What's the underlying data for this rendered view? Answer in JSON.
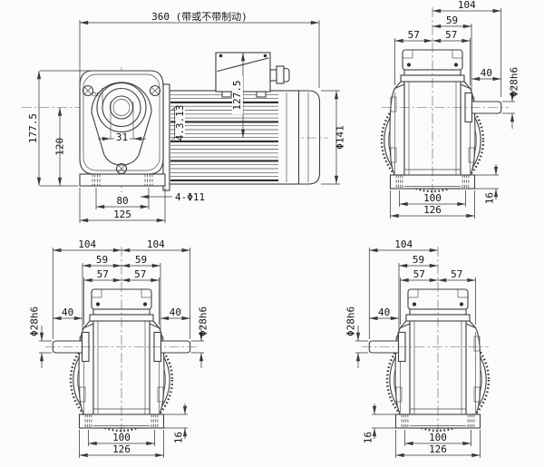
{
  "colors": {
    "background": "#fbfbf9",
    "line": "#3f3f3f",
    "text": "#141414"
  },
  "side_view": {
    "overall_length": "360 (带或不带制动)",
    "overall_height": "177.5",
    "shaft_center_height": "120",
    "hub_width": "31",
    "foot_hole_spacing": "80",
    "foot_width": "125",
    "foot_holes_note": "4-Φ11",
    "box_top_to_motor_axis": "127.5",
    "axis_offset_note": "4.3.13",
    "motor_diameter": "Φ141"
  },
  "end_view_shaft_right": {
    "center_to_shaft_end": "104",
    "center_to_shaft_base": "59",
    "half_width_left": "57",
    "half_width_right": "57",
    "shaft_length": "40",
    "shaft_diameter": "Φ28h6",
    "foot_hole_spacing": "100",
    "foot_width": "126",
    "foot_thickness": "16"
  },
  "end_view_double_shaft": {
    "left_center_to_shaft_end": "104",
    "right_center_to_shaft_end": "104",
    "left_center_to_shaft_base": "59",
    "right_center_to_shaft_base": "59",
    "half_width_left": "57",
    "half_width_right": "57",
    "left_shaft_length": "40",
    "right_shaft_length": "40",
    "left_shaft_diameter": "Φ28h6",
    "right_shaft_diameter": "Φ28h6",
    "foot_hole_spacing": "100",
    "foot_width": "126",
    "foot_thickness": "16"
  },
  "end_view_shaft_left": {
    "center_to_shaft_end": "104",
    "center_to_shaft_base": "59",
    "half_width_left": "57",
    "half_width_right": "57",
    "shaft_length": "40",
    "shaft_diameter": "Φ28h6",
    "foot_hole_spacing": "100",
    "foot_width": "126",
    "foot_thickness": "16"
  }
}
